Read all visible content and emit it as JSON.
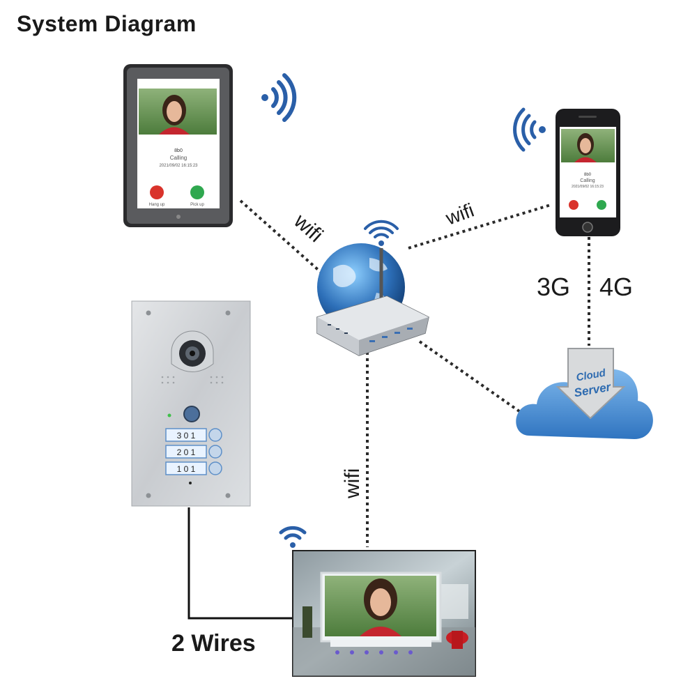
{
  "title": "System Diagram",
  "links": {
    "tablet_wifi": "wifi",
    "phone_wifi": "wifi",
    "monitor_wifi": "wifi",
    "cellular_3g": "3G",
    "cellular_4g": "4G",
    "wired": "2 Wires"
  },
  "cloud": {
    "line1": "Cloud",
    "line2": "Server"
  },
  "tablet_screen": {
    "name": "8b0",
    "status": "Calling",
    "datetime": "2021/09/02 16:15:23",
    "hangup": "Hang up",
    "pickup": "Pick up"
  },
  "phone_screen": {
    "name": "8b0",
    "status": "Calling",
    "datetime": "2021/09/02 16:15:23"
  },
  "door_station": {
    "buttons": [
      "3 0 1",
      "2 0 1",
      "1 0 1"
    ]
  },
  "colors": {
    "accept": "#2fa84f",
    "decline": "#d9332b",
    "cloud": "#4a90d9",
    "globe": "#2d6fb8"
  },
  "icons": [
    "wifi-signal-icon",
    "globe-icon",
    "router-icon",
    "cloud-icon",
    "camera-icon"
  ]
}
